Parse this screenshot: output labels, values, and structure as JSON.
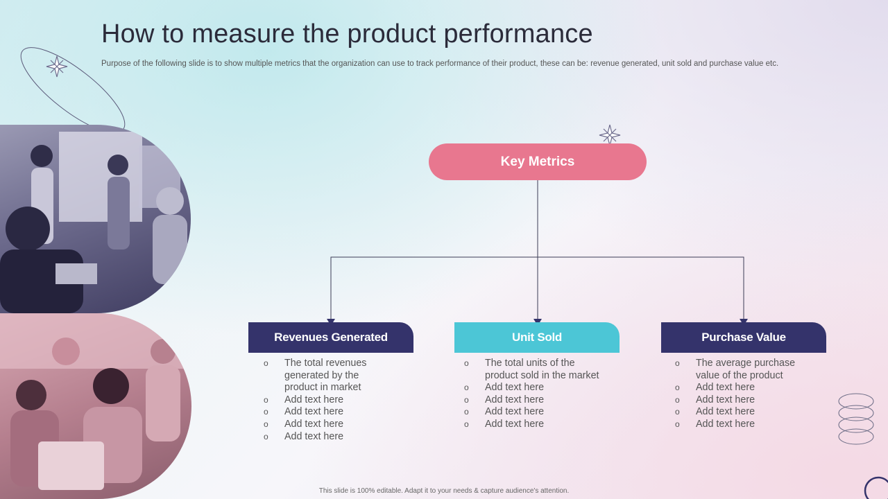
{
  "title": "How to measure the product performance",
  "subtitle": "Purpose of the following slide is to show multiple metrics that the organization can use to track performance of their product, these can be: revenue generated, unit sold and purchase value etc.",
  "root": {
    "label": "Key Metrics"
  },
  "cards": [
    {
      "title": "Revenues Generated",
      "bullets": [
        "The total revenues generated by the product in market",
        "Add text here",
        "Add text here",
        "Add text here",
        "Add text here"
      ]
    },
    {
      "title": "Unit Sold",
      "bullets": [
        "The total units of the product sold in the market",
        "Add text here",
        "Add text here",
        "Add text here",
        "Add text here"
      ]
    },
    {
      "title": "Purchase Value",
      "bullets": [
        "The average purchase value of the product",
        "Add text here",
        "Add text here",
        "Add text here",
        "Add text here"
      ]
    }
  ],
  "footer": "This slide is 100% editable. Adapt it to your needs & capture audience's attention.",
  "colors": {
    "accent_pink": "#e8778f",
    "navy": "#34336b",
    "teal": "#4cc6d6"
  }
}
